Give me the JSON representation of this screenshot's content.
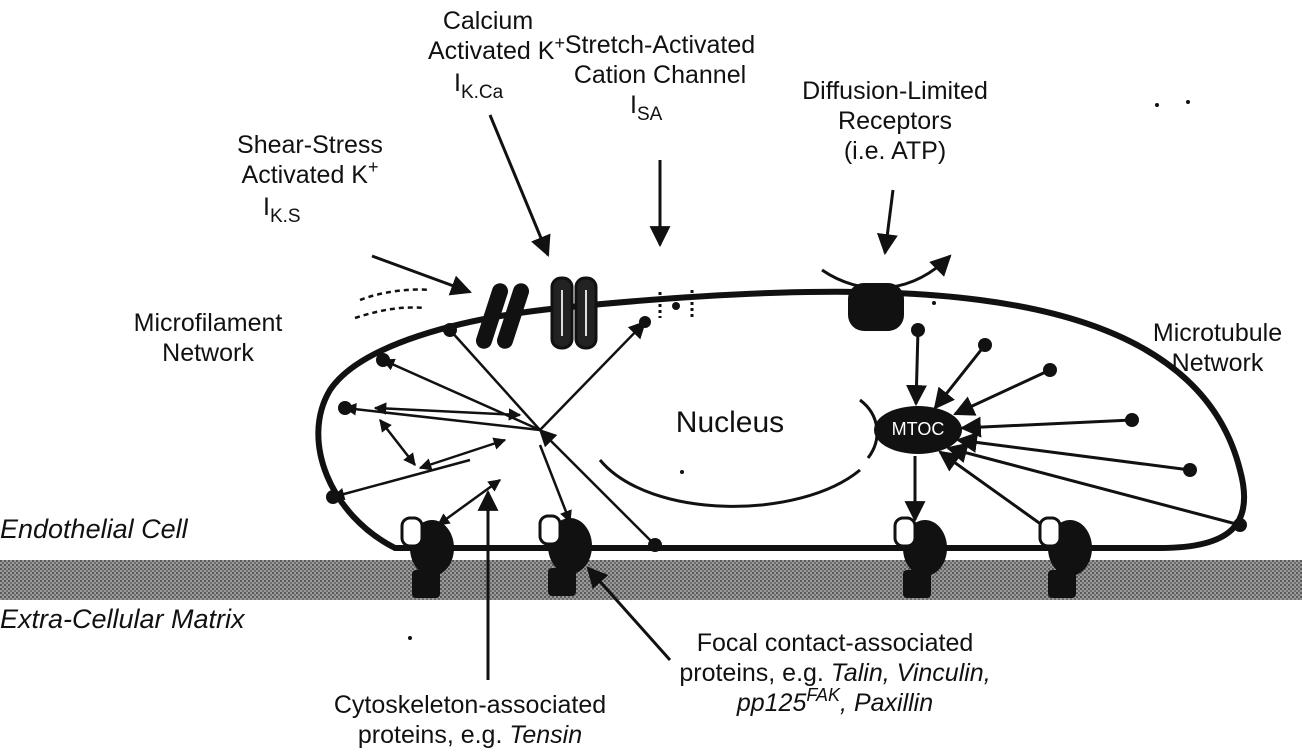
{
  "labels": {
    "calcium": {
      "line1": "Calcium",
      "line2": "Activated K",
      "sup": "+",
      "current_main": "I",
      "current_sub": "K.Ca"
    },
    "stretch": {
      "line1": "Stretch-Activated",
      "line2": "Cation Channel",
      "current_main": "I",
      "current_sub": "SA"
    },
    "diffusion": {
      "line1": "Diffusion-Limited",
      "line2": "Receptors",
      "line3": "(i.e. ATP)"
    },
    "shear": {
      "line1": "Shear-Stress",
      "line2": "Activated K",
      "sup": "+",
      "current_main": "I",
      "current_sub": "K.S"
    },
    "microfilament": {
      "line1": "Microfilament",
      "line2": "Network"
    },
    "microtubule": {
      "line1": "Microtubule",
      "line2": "Network"
    },
    "nucleus": "Nucleus",
    "mtoc": "MTOC",
    "endothelial_cell": "Endothelial Cell",
    "ecm": "Extra-Cellular Matrix",
    "cytoskeleton": {
      "line1": "Cytoskeleton-associated",
      "line2_prefix": "proteins, e.g. ",
      "line2_italic": "Tensin"
    },
    "focal": {
      "line1": "Focal contact-associated",
      "line2_prefix": "proteins, e.g. ",
      "line2_italic": "Talin, Vinculin,",
      "line3_italic_a": "pp125",
      "line3_sup": "FAK",
      "line3_rest": ", Paxillin"
    }
  },
  "colors": {
    "ink": "#111111",
    "background": "#ffffff",
    "matrix": "#8a8a8a"
  }
}
